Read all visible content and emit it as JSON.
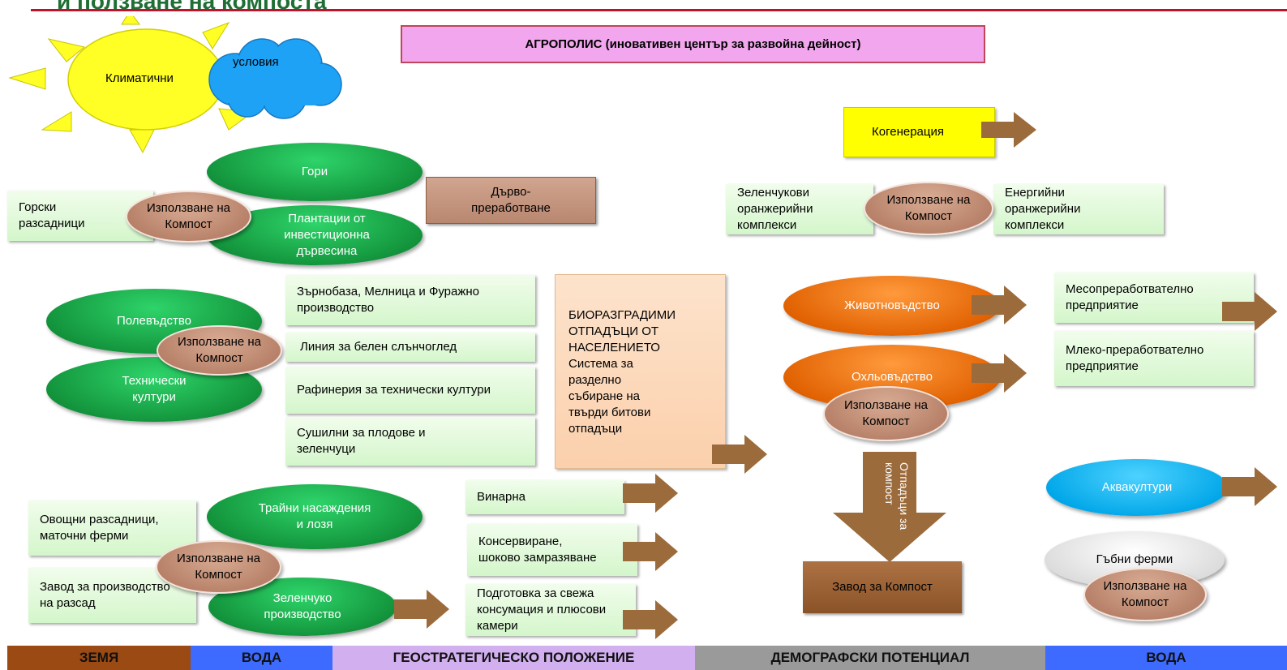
{
  "header": {
    "title_fragment": "и ползване на компоста",
    "main_box": "АГРОПОЛИС (иновативен център за развойна дейност)"
  },
  "climate": {
    "sun_label": "Климатични",
    "cloud_label": "условия"
  },
  "forestry": {
    "forests": "Гори",
    "plantations": "Плантации от инвестиционна дървесина",
    "nurseries": "Горски разсадници",
    "wood_processing": "Дърво-преработване",
    "compost": "Използване на Компост"
  },
  "field_crops": {
    "field": "Полевъдство",
    "technical": "Технически култури",
    "compost": "Използване на Компост",
    "items": [
      "Зърнобаза, Мелница и Фуражно производство",
      "Линия за белен слънчоглед",
      "Рафинерия за технически култури",
      "Сушилни за плодове и зеленчуци"
    ]
  },
  "perennials": {
    "orchards": "Трайни насаждения и лозя",
    "vegetables": "Зеленчуко производство",
    "nurseries": "Овощни разсадници, маточни ферми",
    "seedlings": "Завод за производство на разсад",
    "compost": "Използване на Компост"
  },
  "processing": {
    "winery": "Винарна",
    "canning": "Консервиране, шоково замразяване",
    "fresh": "Подготовка за свежа консумация и плюсови камери"
  },
  "waste_box": {
    "title": "БИОРАЗГРАДИМИ ОТПАДЪЦИ ОТ НАСЕЛЕНИЕТО",
    "subtitle": "Система за разделно събиране на твърди битови отпадъци"
  },
  "energy": {
    "cogeneration": "Когенерация",
    "veg_greenhouses": "Зеленчукови оранжерийни комплекси",
    "energy_greenhouses": "Енергийни оранжерийни комплекси",
    "compost": "Използване на Компост"
  },
  "livestock": {
    "animal": "Животновъдство",
    "poultry": "Охльовъдство",
    "compost": "Използване на Компост",
    "meat": "Месопреработвателно предприятие",
    "dairy": "Млеко-преработвателно предприятие",
    "waste_arrow": "Отпадъци за компост",
    "compost_plant": "Завод за Компост"
  },
  "aqua": {
    "aquaculture": "Аквакултури",
    "mushrooms": "Гъбни ферми",
    "compost": "Използване на Компост"
  },
  "bottom_bar": [
    "ЗЕМЯ",
    "ВОДА",
    "ГЕОСТРАТЕГИЧЕСКО ПОЛОЖЕНИЕ",
    "ДЕМОГРАФСКИ ПОТЕНЦИАЛ",
    "ВОДА"
  ],
  "colors": {
    "green": "#12913a",
    "orange": "#e06000",
    "blue": "#00a6e8",
    "compost": "#b78068",
    "arrow": "#9c6b3c",
    "bar_land": "#9a4a12",
    "bar_water": "#3d6bff",
    "bar_geo": "#d2b0f0",
    "bar_demo": "#9a9a9a"
  }
}
